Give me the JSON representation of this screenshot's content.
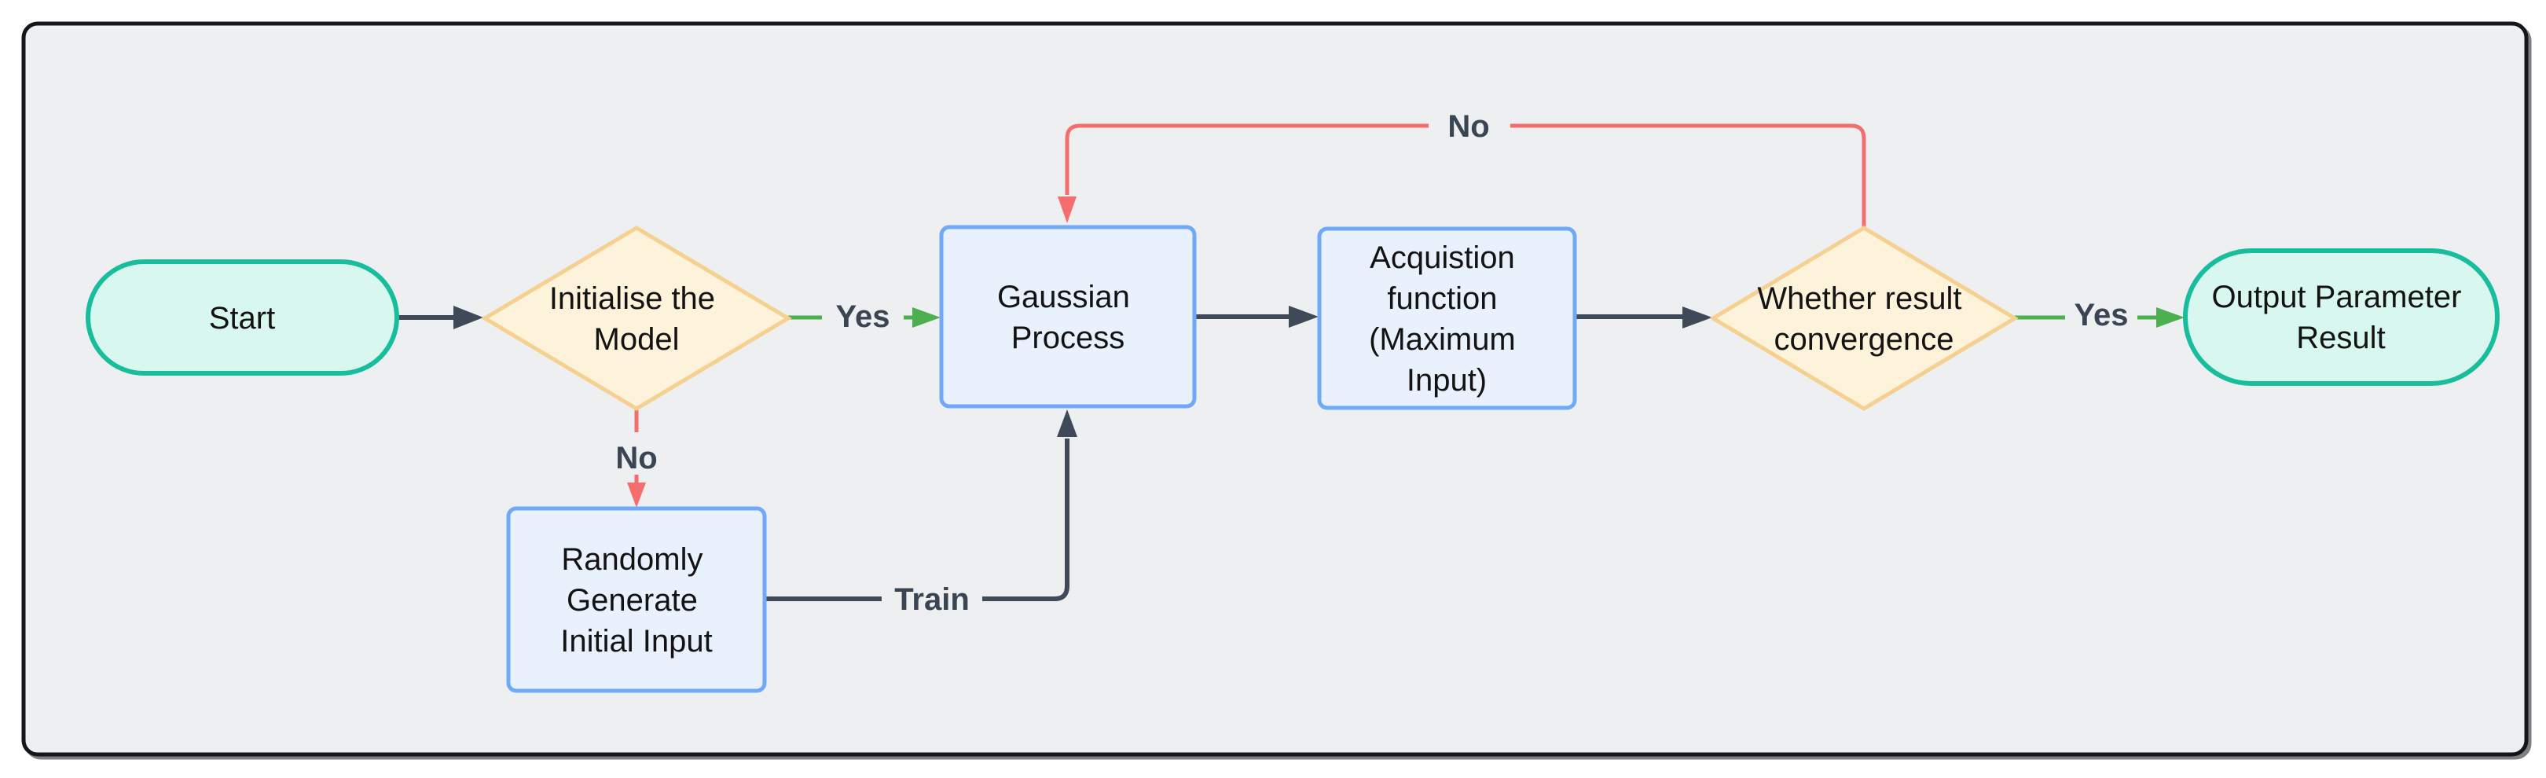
{
  "colors": {
    "page-bg": "#ffffff",
    "canvas-bg": "#edeff1",
    "canvas-border": "#14161c",
    "process-fill": "#e9f1fd",
    "process-border": "#70a9f7",
    "decision-fill": "#fdf2da",
    "decision-border": "#f5d091",
    "terminal-fill": "#d8f7ee",
    "terminal-border": "#17bd9d",
    "edge-dark": "#3f4a59",
    "edge-green": "#4caf50",
    "edge-red": "#f56e6e",
    "edge-label-text": "#3a4553",
    "node-text": "#131313"
  },
  "diagram": {
    "type": "flowchart",
    "direction": "left-to-right",
    "nodes": {
      "start": {
        "shape": "stadium",
        "label": "Start",
        "lines": [
          "Start"
        ]
      },
      "initialise_model": {
        "shape": "decision",
        "label": "Initialise the Model",
        "lines": [
          "Initialise the",
          "Model"
        ]
      },
      "randomly_generate": {
        "shape": "process",
        "label": "Randomly Generate Initial Input",
        "lines": [
          "Randomly",
          "Generate",
          "Initial Input"
        ]
      },
      "gaussian_process": {
        "shape": "process",
        "label": "Gaussian Process",
        "lines": [
          "Gaussian",
          "Process"
        ]
      },
      "acquisition_function": {
        "shape": "process",
        "label": "Acquistion function (Maximum Input)",
        "lines": [
          "Acquistion",
          "function",
          "(Maximum",
          "Input)"
        ]
      },
      "convergence_check": {
        "shape": "decision",
        "label": "Whether result convergence",
        "lines": [
          "Whether result",
          "convergence"
        ]
      },
      "output_result": {
        "shape": "stadium",
        "label": "Output Parameter Result",
        "lines": [
          "Output Parameter",
          "Result"
        ]
      }
    },
    "edges": {
      "start_to_init": {
        "from": "start",
        "to": "initialise_model",
        "label": "",
        "color": "dark"
      },
      "init_yes_to_gaussian": {
        "from": "initialise_model",
        "to": "gaussian_process",
        "label": "Yes",
        "color": "green"
      },
      "init_no_to_random": {
        "from": "initialise_model",
        "to": "randomly_generate",
        "label": "No",
        "color": "red"
      },
      "random_train_to_gaussian": {
        "from": "randomly_generate",
        "to": "gaussian_process",
        "label": "Train",
        "color": "dark"
      },
      "gaussian_to_acquisition": {
        "from": "gaussian_process",
        "to": "acquisition_function",
        "label": "",
        "color": "dark"
      },
      "acquisition_to_convergence": {
        "from": "acquisition_function",
        "to": "convergence_check",
        "label": "",
        "color": "dark"
      },
      "convergence_yes_to_output": {
        "from": "convergence_check",
        "to": "output_result",
        "label": "Yes",
        "color": "green"
      },
      "convergence_no_to_gaussian": {
        "from": "convergence_check",
        "to": "gaussian_process",
        "label": "No",
        "color": "red"
      }
    }
  }
}
